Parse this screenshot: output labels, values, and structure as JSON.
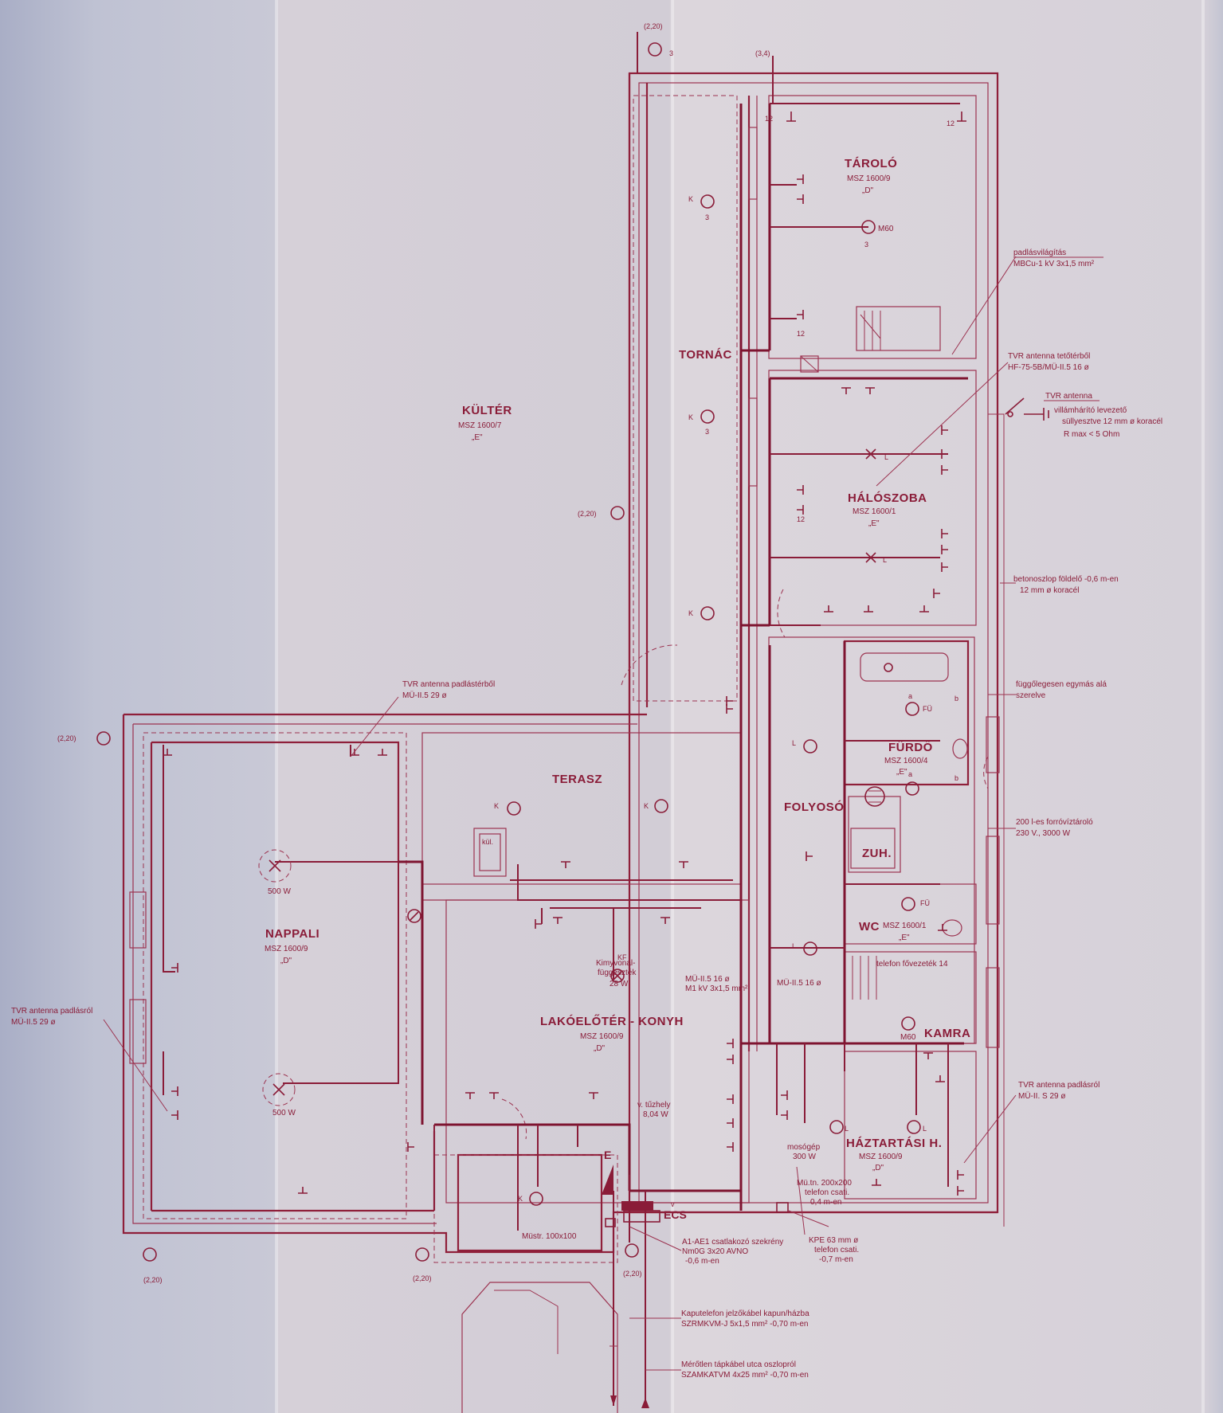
{
  "rooms": {
    "kulter": {
      "name": "KÜLTÉR",
      "std": "MSZ 1600/7",
      "cls": "„E\""
    },
    "tarolo": {
      "name": "TÁROLÓ",
      "std": "MSZ 1600/9",
      "cls": "„D\""
    },
    "tornac": {
      "name": "TORNÁC"
    },
    "haloszoba": {
      "name": "HÁLÓSZOBA",
      "std": "MSZ 1600/1",
      "cls": "„E\""
    },
    "furdo": {
      "name": "FÜRDŐ",
      "std": "MSZ 1600/4",
      "cls": "„E\""
    },
    "folyoso": {
      "name": "FOLYOSÓ"
    },
    "zuh": {
      "name": "ZUH."
    },
    "wc": {
      "name": "WC",
      "std": "MSZ 1600/1",
      "cls": "„E\""
    },
    "kamra": {
      "name": "KAMRA"
    },
    "haztartasi": {
      "name": "HÁZTARTÁSI H.",
      "std": "MSZ 1600/9",
      "cls": "„D\""
    },
    "terasz": {
      "name": "TERASZ"
    },
    "nappali": {
      "name": "NAPPALI",
      "std": "MSZ 1600/9",
      "cls": "„D\""
    },
    "lakoeloter": {
      "name": "LAKÓELŐTÉR - KONYH",
      "std": "MSZ 1600/9",
      "cls": "„D\""
    }
  },
  "notes": {
    "padlas": [
      "padlásvilágítás",
      "MBCu-1 kV 3x1,5 mm²"
    ],
    "tvr_teto": [
      "TVR antenna tetőtérből",
      "HF-75-5B/MÜ-II.5 16 ø"
    ],
    "tvr_antenna": "TVR antenna",
    "villam": [
      "villámhárító levezető",
      "süllyesztve 12 mm ø koracél",
      "R max < 5 Ohm"
    ],
    "beton": [
      "betonoszlop földelő -0,6 m-en",
      "12 mm ø koracél"
    ],
    "fugg": [
      "függőlegesen egymás alá",
      "szerelve"
    ],
    "tarolo200": [
      "200 l-es forróvíztároló",
      "230 V., 3000 W"
    ],
    "tvr_padlas_right": [
      "TVR antenna padlásról",
      "MÜ-II. S 29 ø"
    ],
    "tvr_padlas_top": [
      "TVR antenna padlástérből",
      "MÜ-II.5 29 ø"
    ],
    "tvr_padlas_left": [
      "TVR antenna padlásról",
      "MÜ-II.5 29 ø"
    ],
    "teleten": "telefon fővezeték 14",
    "mu_folyoso": "MÜ-II.5 16 ø",
    "kimyvonal": [
      "Kimyvonal-",
      "függeszték",
      "28 W"
    ],
    "mu_konyha": [
      "MÜ-II.5 16 ø",
      "M1 kV 3x1,5 mm²"
    ],
    "vtuzhely": [
      "v. tűzhely",
      "8,04 W"
    ],
    "mosogep": [
      "mosógép",
      "300 W"
    ],
    "mustr_tel": [
      "Mü.tn. 200x200",
      "telefon csati.",
      "0,4 m-en"
    ],
    "kpe": [
      "KPE 63 mm ø",
      "telefon csati.",
      "-0,7 m-en"
    ],
    "a1": [
      "A1-AE1 csatlakozó szekrény",
      "Nm0G 3x20 AVNO",
      "-0,6 m-en"
    ],
    "mustr100": "Müstr. 100x100",
    "kaputel": [
      "Kaputelefon jelzőkábel kapun/házba",
      "SZRMKVM-J 5x1,5 mm² -0,70 m-en"
    ],
    "mert": [
      "Mérőtlen tápkábel utca oszlopról",
      "SZAMKATVM 4x25 mm² -0,70 m-en"
    ],
    "w500a": "500 W",
    "w500b": "500 W",
    "kul": "kül.",
    "m60a": "M60",
    "m60b": "M60",
    "ecs": "ECS",
    "e": "E"
  },
  "labels": {
    "top220": "(2,20)",
    "mid220": "(2,20)",
    "left220": "(2,20)",
    "b220a": "(2,20)",
    "b220b": "(2,20)",
    "b220c": "(2,20)",
    "sw34": "(3,4)",
    "n3": "3",
    "n12": "12",
    "v": "v",
    "K": "K",
    "L": "L",
    "a": "a",
    "b": "b",
    "FU": "FÜ",
    "KF": "KF"
  }
}
